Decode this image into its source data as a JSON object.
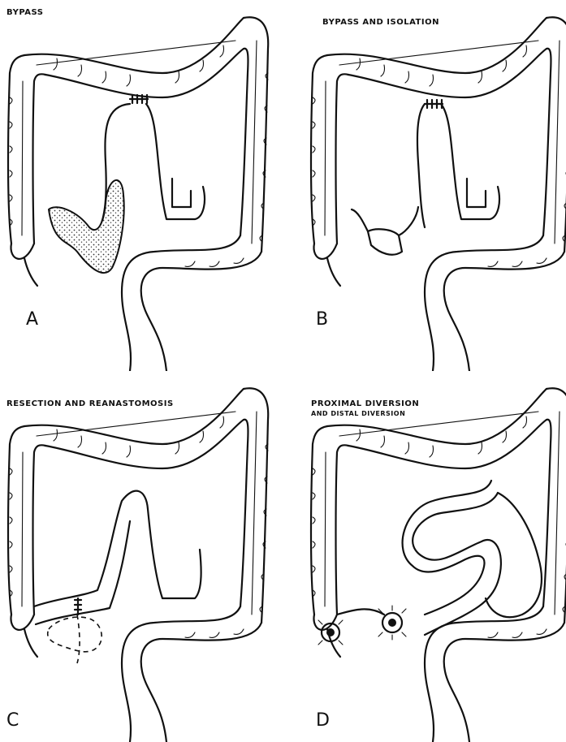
{
  "panels": [
    {
      "id": "A",
      "letter": "A",
      "title": "BYPASS",
      "title2": ""
    },
    {
      "id": "B",
      "letter": "B",
      "title": "BYPASS AND ISOLATION",
      "title2": ""
    },
    {
      "id": "C",
      "letter": "C",
      "title": "RESECTION AND REANASTOMOSIS",
      "title2": ""
    },
    {
      "id": "D",
      "letter": "D",
      "title": "PROXIMAL DIVERSION",
      "title2": "AND DISTAL DIVERSION"
    }
  ],
  "colors": {
    "ink": "#111111",
    "diseased": "#cfcfcf"
  }
}
